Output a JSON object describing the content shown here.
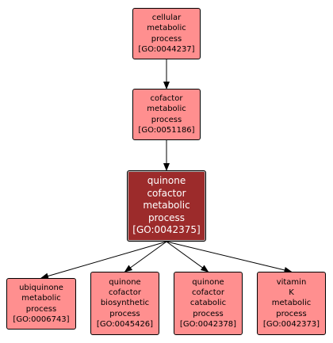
{
  "nodes": {
    "cellular_metabolic_process": {
      "lines": [
        "cellular",
        "metabolic",
        "process",
        "[GO:0044237]"
      ]
    },
    "cofactor_metabolic_process": {
      "lines": [
        "cofactor",
        "metabolic",
        "process",
        "[GO:0051186]"
      ]
    },
    "quinone_cofactor_metabolic_process": {
      "lines": [
        "quinone",
        "cofactor",
        "metabolic",
        "process",
        "[GO:0042375]"
      ]
    },
    "ubiquinone_metabolic_process": {
      "lines": [
        "ubiquinone",
        "metabolic",
        "process",
        "[GO:0006743]"
      ]
    },
    "quinone_cofactor_biosynthetic_process": {
      "lines": [
        "quinone",
        "cofactor",
        "biosynthetic",
        "process",
        "[GO:0045426]"
      ]
    },
    "quinone_cofactor_catabolic_process": {
      "lines": [
        "quinone",
        "cofactor",
        "catabolic",
        "process",
        "[GO:0042378]"
      ]
    },
    "vitamin_k_metabolic_process": {
      "lines": [
        "vitamin",
        "K",
        "metabolic",
        "process",
        "[GO:0042373]"
      ]
    }
  },
  "edges": [
    {
      "from": "cellular_metabolic_process",
      "to": "cofactor_metabolic_process"
    },
    {
      "from": "cofactor_metabolic_process",
      "to": "quinone_cofactor_metabolic_process"
    },
    {
      "from": "quinone_cofactor_metabolic_process",
      "to": "ubiquinone_metabolic_process"
    },
    {
      "from": "quinone_cofactor_metabolic_process",
      "to": "quinone_cofactor_biosynthetic_process"
    },
    {
      "from": "quinone_cofactor_metabolic_process",
      "to": "quinone_cofactor_catabolic_process"
    },
    {
      "from": "quinone_cofactor_metabolic_process",
      "to": "vitamin_k_metabolic_process"
    }
  ],
  "colors": {
    "node_fill": "#ff8f8f",
    "focus_fill": "#9c2b2b",
    "edge": "#000000"
  }
}
